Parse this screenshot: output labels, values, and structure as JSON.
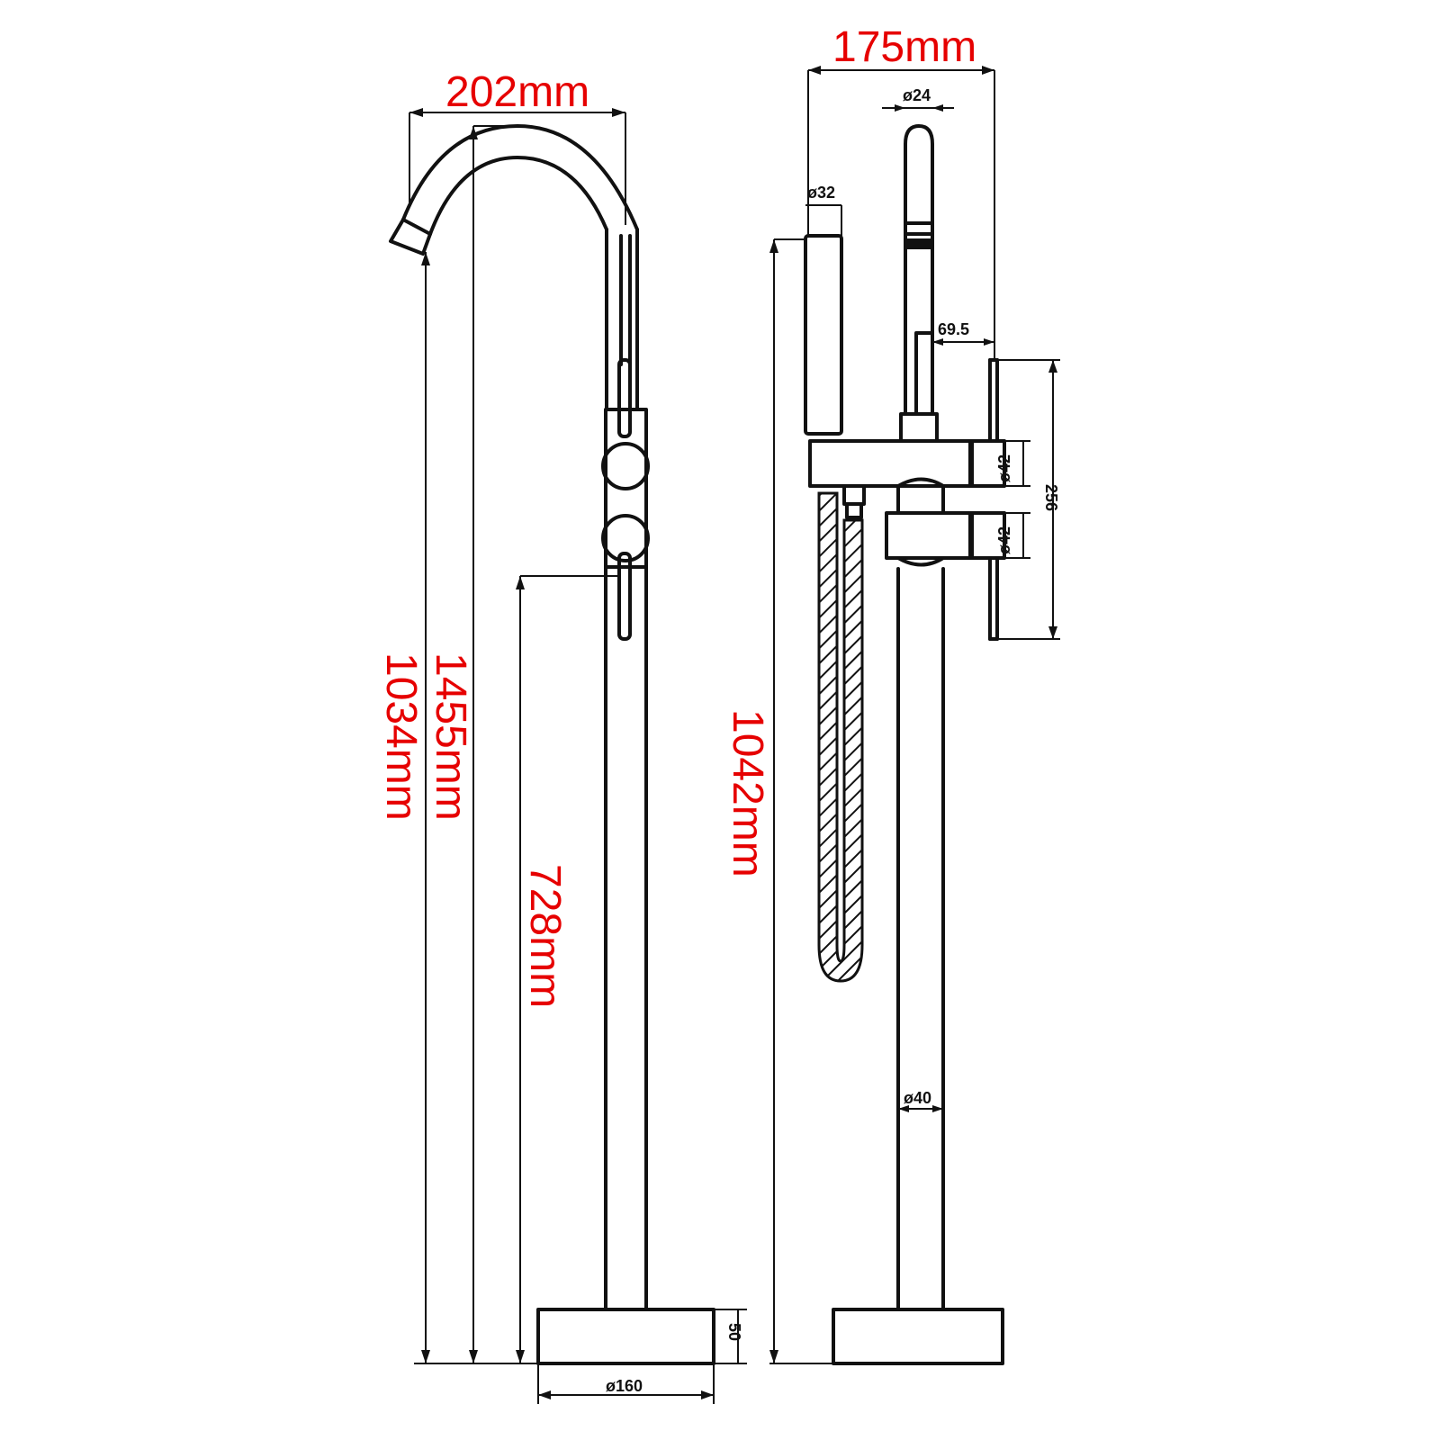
{
  "diagram": {
    "left_view": {
      "spout_width": "202mm",
      "total_height": "1455mm",
      "spout_outlet_height": "1034mm",
      "handle_height": "728mm",
      "base_height": "50",
      "base_diameter": "ø160"
    },
    "right_view": {
      "overall_width": "175mm",
      "handshower_holder_height": "1042mm",
      "wand_diameter": "ø24",
      "handshower_diameter": "ø32",
      "offset": "69.5",
      "handle_diameter_upper": "ø42",
      "handle_diameter_lower": "ø42",
      "handle_span": "256",
      "column_diameter": "ø40"
    }
  },
  "colors": {
    "dimension_text": "#e60000",
    "line_art": "#111111"
  }
}
